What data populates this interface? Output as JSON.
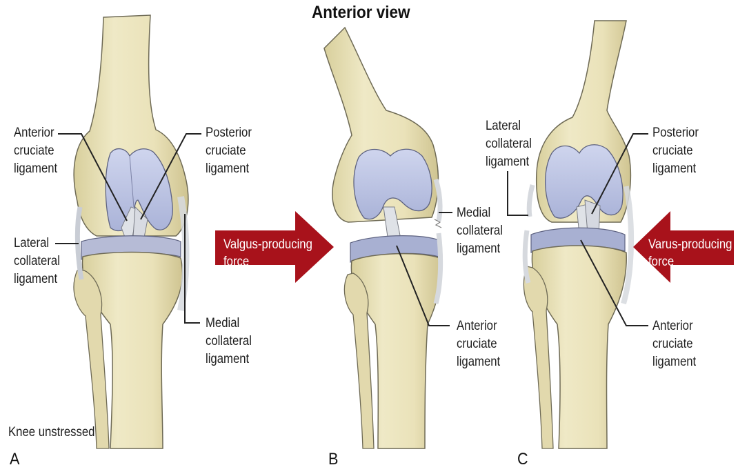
{
  "title": "Anterior view",
  "colors": {
    "bone": "#ece5bf",
    "bone_shade": "#d6cc98",
    "bone_outline": "#6e6a55",
    "cartilage": "#c2c9e6",
    "cartilage_outline": "#5d6280",
    "ligament": "#dfe2e7",
    "arrow": "#a8121b",
    "label_text": "#1e1e1e"
  },
  "panels": {
    "a": {
      "letter": "A",
      "caption": "Knee unstressed",
      "labels": {
        "acl": [
          "Anterior",
          "cruciate",
          "ligament"
        ],
        "pcl": [
          "Posterior",
          "cruciate",
          "ligament"
        ],
        "lcl": [
          "Lateral",
          "collateral",
          "ligament"
        ],
        "mcl": [
          "Medial",
          "collateral",
          "ligament"
        ]
      }
    },
    "b": {
      "letter": "B",
      "force": [
        "Valgus-producing",
        "force"
      ],
      "labels": {
        "mcl": [
          "Medial",
          "collateral",
          "ligament"
        ],
        "acl": [
          "Anterior",
          "cruciate",
          "ligament"
        ]
      }
    },
    "c": {
      "letter": "C",
      "force": [
        "Varus-producing",
        "force"
      ],
      "labels": {
        "lcl": [
          "Lateral",
          "collateral",
          "ligament"
        ],
        "pcl": [
          "Posterior",
          "cruciate",
          "ligament"
        ],
        "acl": [
          "Anterior",
          "cruciate",
          "ligament"
        ]
      }
    }
  }
}
